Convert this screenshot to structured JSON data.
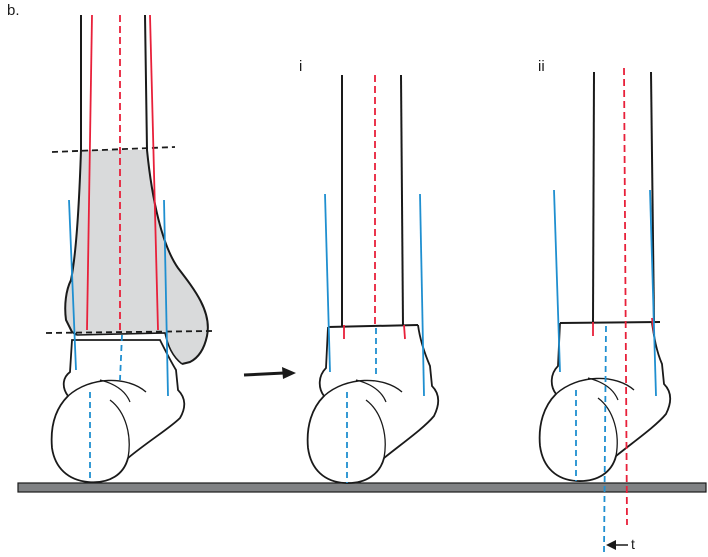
{
  "labels": {
    "figure": "b.",
    "panel_i": "i",
    "panel_ii": "ii",
    "offset": "t"
  },
  "colors": {
    "outline": "#1a1a1a",
    "mechanical_axis": "#e8203a",
    "anatomical_axis": "#1f8fd0",
    "resected_bone": "#d9dadb",
    "floor": "#808284"
  }
}
